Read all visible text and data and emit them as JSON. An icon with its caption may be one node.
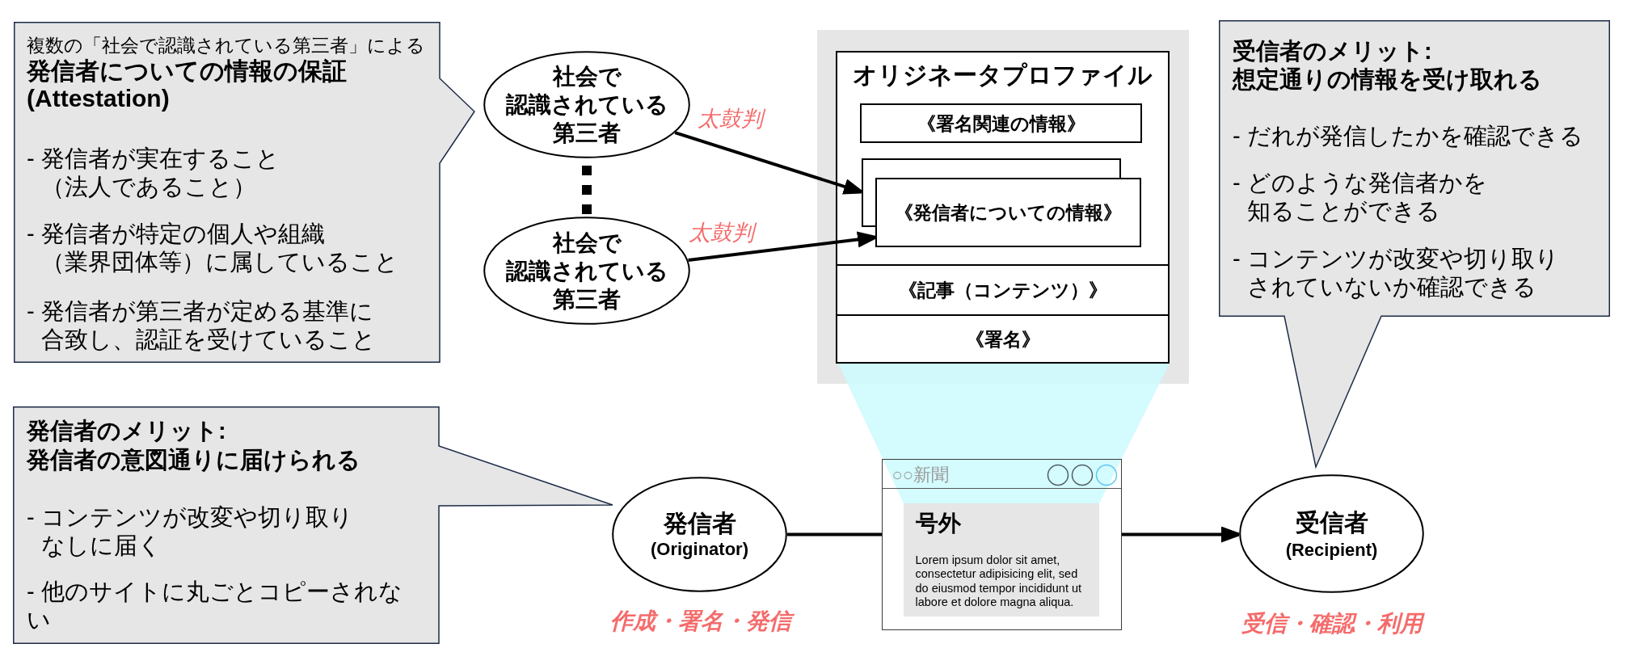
{
  "diagram": {
    "nodes": [
      {
        "text": [
          "複数の「社会で認識されている第三者」による",
          "発信者についての情報の保証 (Attestation)",
          "- 発信者が実在すること（法人であること）",
          "- 発信者が特定の個人や組織（業界団体等）に属していること",
          "- 発信者が第三者が定める基準に合致し、認証を受けていること"
        ]
      },
      {
        "text": [
          "社会で認識されている第三者"
        ]
      },
      {
        "text": [
          "社会で認識されている第三者"
        ]
      },
      {
        "text": [
          "オリジネータプロファイル"
        ]
      },
      {
        "text": [
          "《署名関連の情報》"
        ],
        "in": 3
      },
      {
        "text": [
          "《発信者についての情報》"
        ],
        "in": 3
      },
      {
        "text": [
          "《記事（コンテンツ）》"
        ],
        "in": 3
      },
      {
        "text": [
          "《署名》"
        ],
        "in": 3
      },
      {
        "text": [
          "受信者のメリット:想定通りの情報を受け取れる",
          "- だれが発信したかを確認できる",
          "- どのような発信者かを知ることができる",
          "- コンテンツが改変や切り取りされていないか確認できる"
        ]
      },
      {
        "text": [
          "発信者のメリット:発信者の意図通りに届けられる",
          "- コンテンツが改変や切り取りなしに届く",
          "- 他のサイトに丸ごとコピーされない"
        ]
      },
      {
        "text": [
          "発信者",
          "(Originator)"
        ]
      },
      {
        "text": [
          "○○新聞"
        ]
      },
      {
        "text": [
          "号外",
          "Lorem ipsum dolor sit amet, consectetur adipisicing elit, sed do eiusmod tempor incididunt ut labore et dolore magna aliqua."
        ],
        "in": 11
      },
      {
        "text": [
          "受信者",
          "(Recipient)"
        ],
        "beside": [
          "受信・確認・利用"
        ]
      }
    ],
    "edges": [
      {
        "from": 1,
        "to": 5,
        "arrow": "to",
        "label": "太鼓判"
      },
      {
        "from": 2,
        "to": 5,
        "arrow": "to",
        "label": "太鼓判"
      },
      {
        "from": 1,
        "to": 2,
        "arrow": "none",
        "style": "dashed"
      },
      {
        "from": 10,
        "to": 11,
        "arrow": "none"
      },
      {
        "from": 11,
        "to": 13,
        "arrow": "to"
      }
    ],
    "labels": [
      "作成・署名・発信"
    ]
  }
}
